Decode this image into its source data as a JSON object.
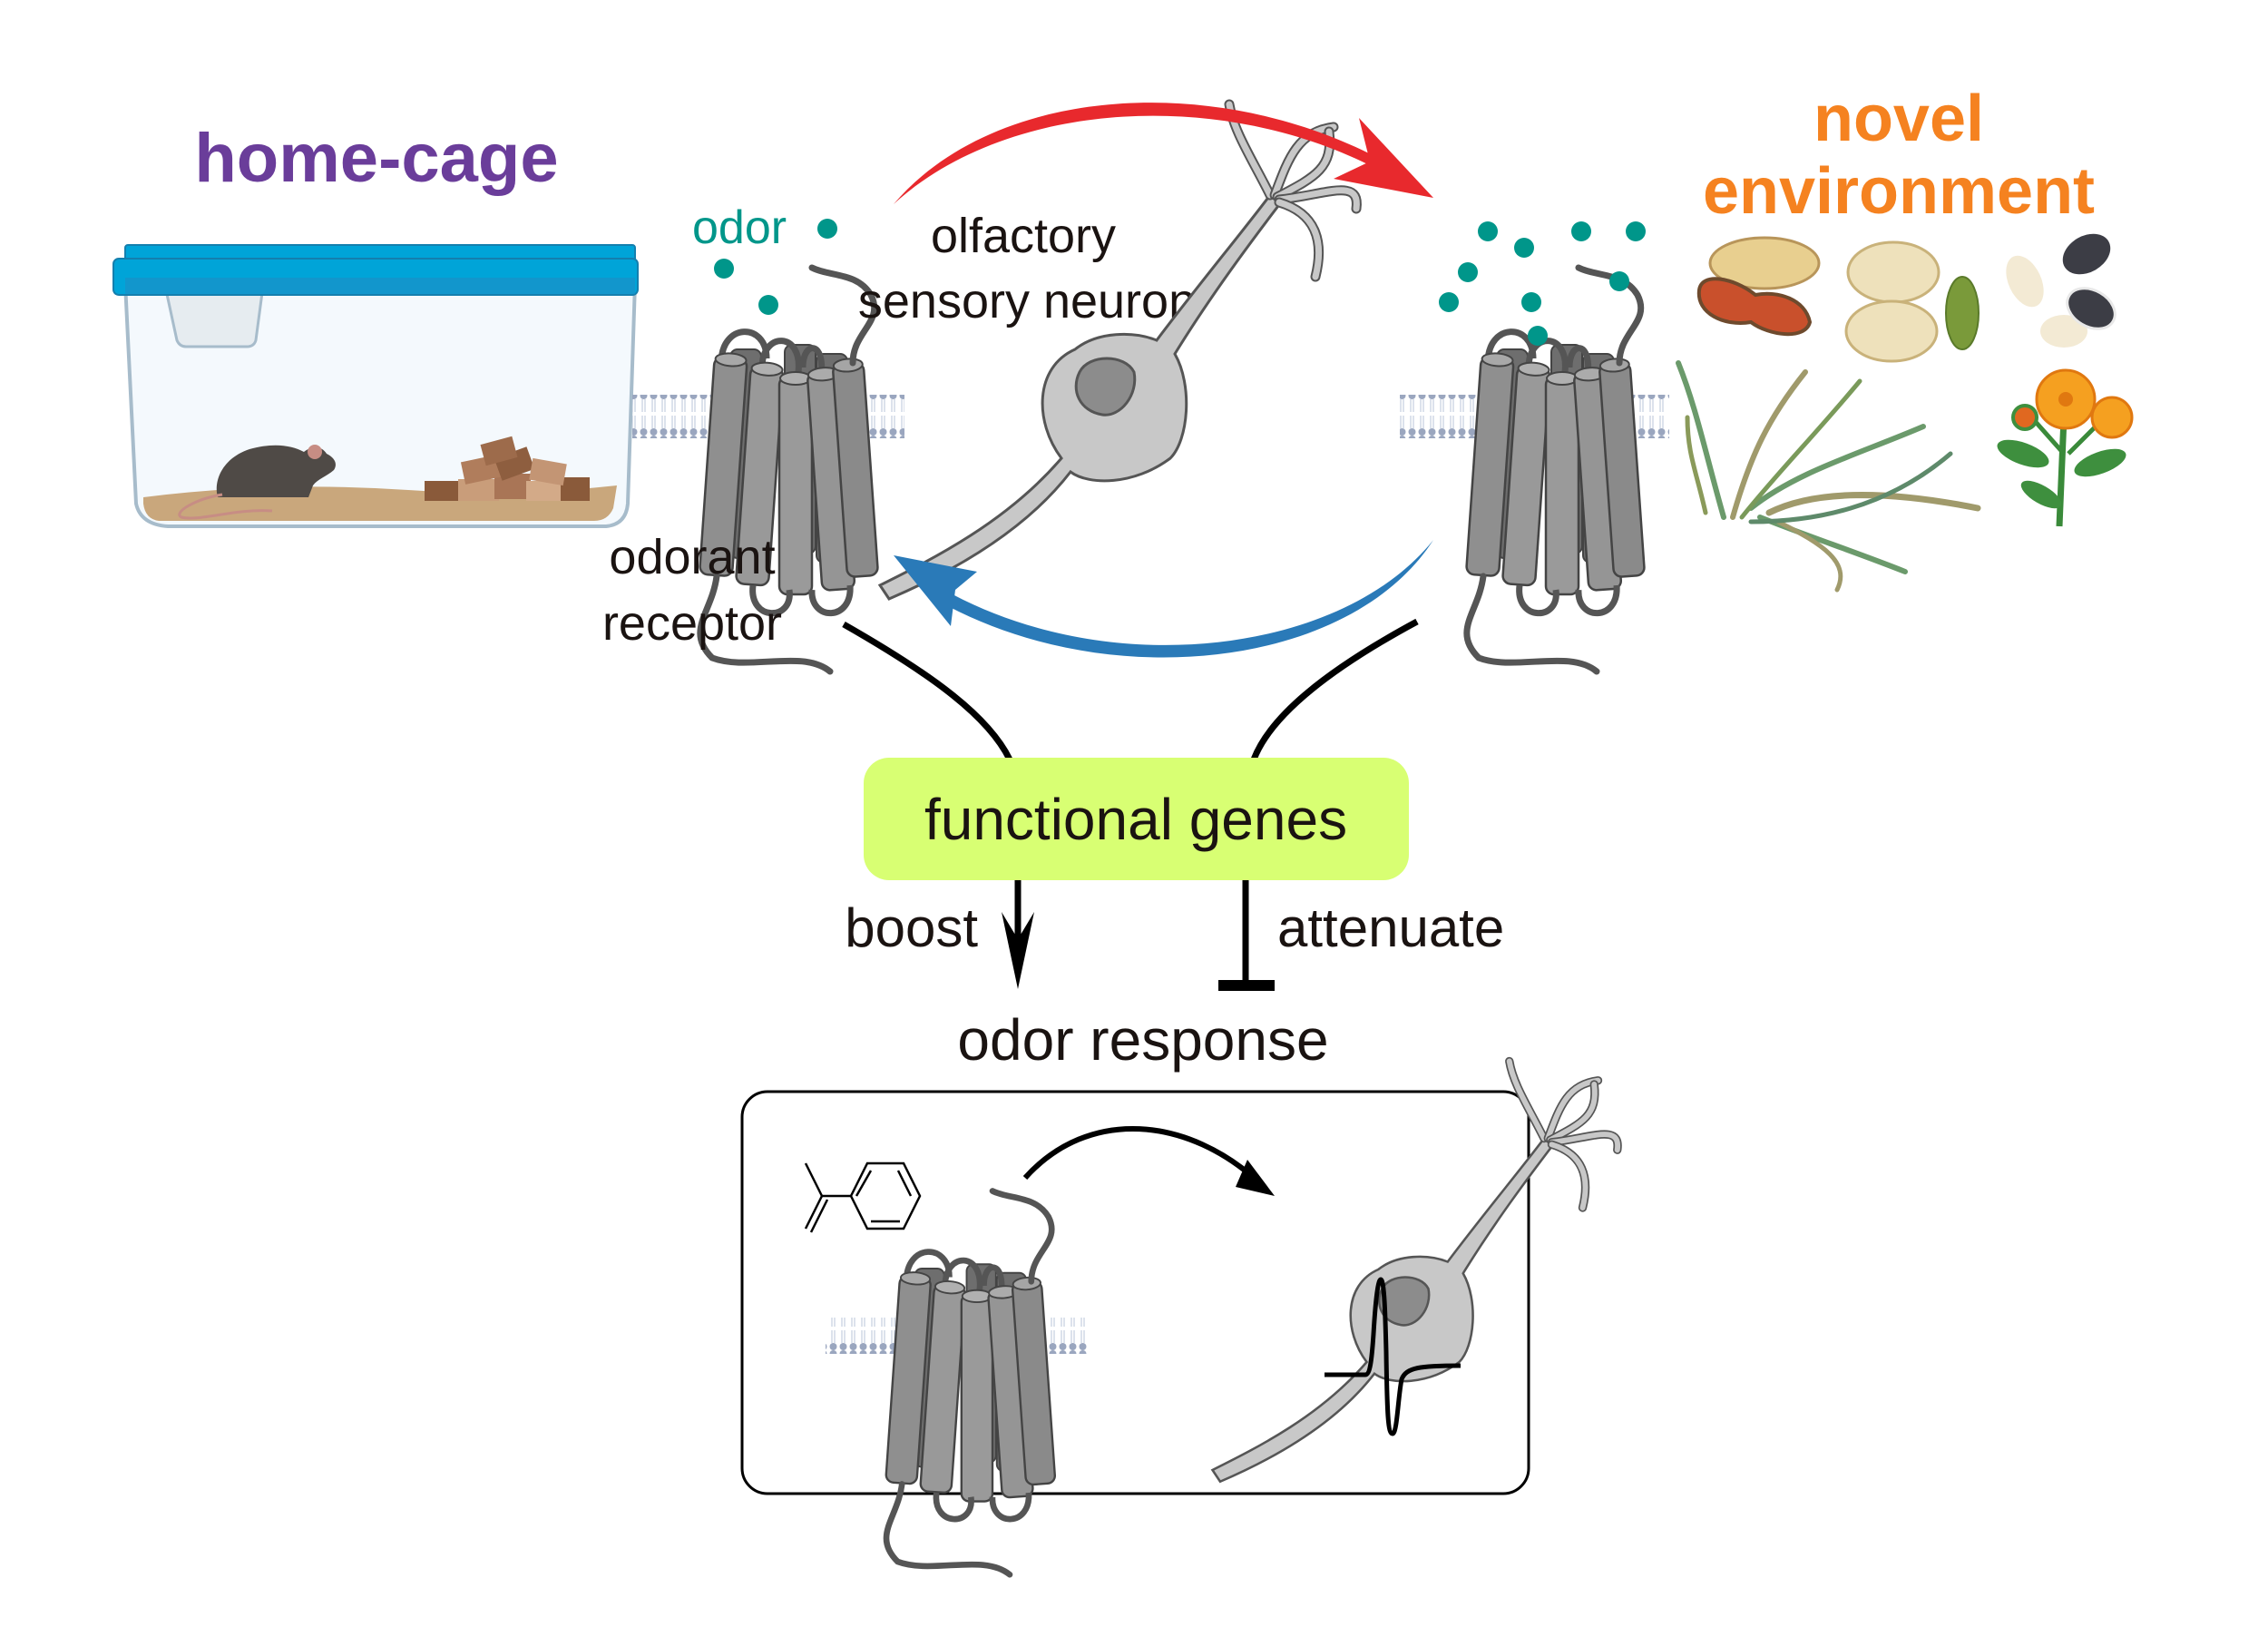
{
  "labels": {
    "home_cage": "home-cage",
    "novel_line1": "novel",
    "novel_line2": "environment",
    "odor": "odor",
    "osn_line1": "olfactory",
    "osn_line2": "sensory neuron",
    "receptor_line1": "odorant",
    "receptor_line2": "receptor",
    "functional_genes": "functional genes",
    "boost": "boost",
    "attenuate": "attenuate",
    "odor_response": "odor response"
  },
  "colors": {
    "home_cage": "#6a3d9a",
    "novel": "#f58220",
    "odor": "#00968a",
    "red_arrow": "#e8292d",
    "blue_arrow": "#2a7ab8",
    "genes_box": "#d8ff73",
    "receptor": "#8c8c8c",
    "neuron": "#c8c8c8"
  }
}
